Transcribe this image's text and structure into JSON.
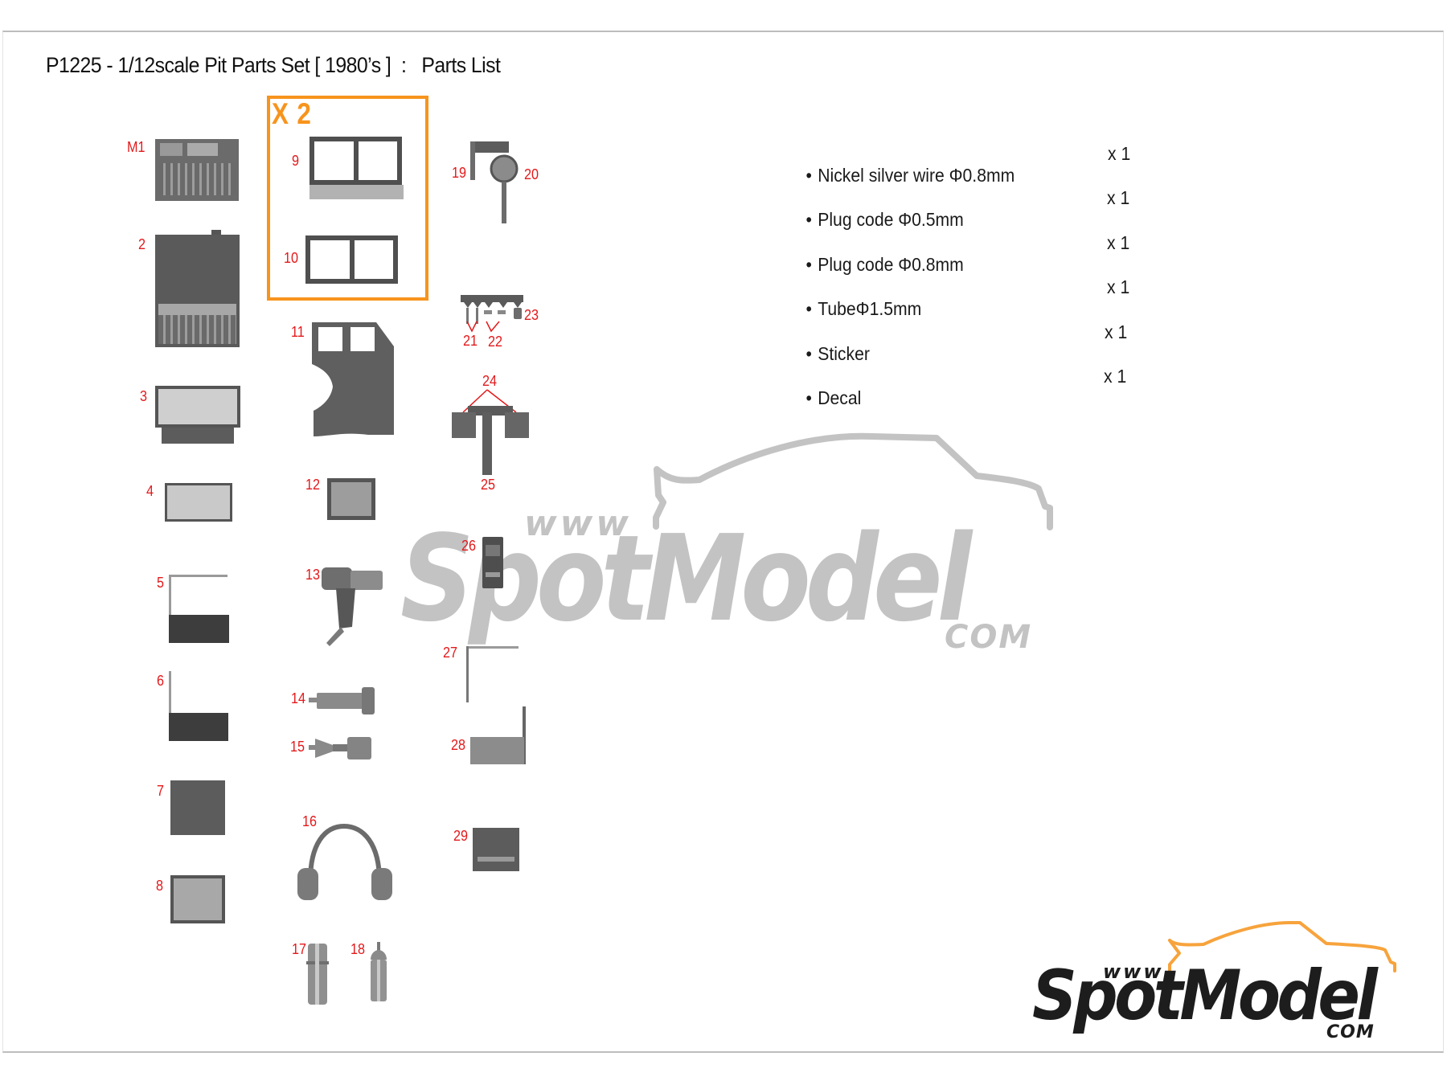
{
  "header": {
    "title": "P1225 - 1/12scale Pit Parts Set [ 1980’s ]  :   Parts List"
  },
  "group_box": {
    "multiplier": "X 2",
    "accent_color": "#F7941D"
  },
  "label_color": "#E3191B",
  "parts": [
    {
      "id": "M1",
      "label": "M1",
      "name": "laptop-keyboard"
    },
    {
      "id": "2",
      "label": "2",
      "name": "open-laptop"
    },
    {
      "id": "3",
      "label": "3",
      "name": "monitor-screen"
    },
    {
      "id": "4",
      "label": "4",
      "name": "plate"
    },
    {
      "id": "5",
      "label": "5",
      "name": "bracket-panel"
    },
    {
      "id": "6",
      "label": "6",
      "name": "bracket-panel-short"
    },
    {
      "id": "7",
      "label": "7",
      "name": "box-panel"
    },
    {
      "id": "8",
      "label": "8",
      "name": "square-tray"
    },
    {
      "id": "9",
      "label": "9",
      "name": "double-window-frame-with-base"
    },
    {
      "id": "10",
      "label": "10",
      "name": "double-window-frame"
    },
    {
      "id": "11",
      "label": "11",
      "name": "door-panel"
    },
    {
      "id": "12",
      "label": "12",
      "name": "square-cap"
    },
    {
      "id": "13",
      "label": "13",
      "name": "air-gun"
    },
    {
      "id": "14",
      "label": "14",
      "name": "socket-long"
    },
    {
      "id": "15",
      "label": "15",
      "name": "socket-adapter"
    },
    {
      "id": "16",
      "label": "16",
      "name": "headphones"
    },
    {
      "id": "17",
      "label": "17",
      "name": "cylinder"
    },
    {
      "id": "18",
      "label": "18",
      "name": "bottle"
    },
    {
      "id": "19",
      "label": "19",
      "name": "stick"
    },
    {
      "id": "20",
      "label": "20",
      "name": "round-sign"
    },
    {
      "id": "21",
      "label": "21",
      "name": "pin"
    },
    {
      "id": "22",
      "label": "22",
      "name": "clip"
    },
    {
      "id": "23",
      "label": "23",
      "name": "plug"
    },
    {
      "id": "24",
      "label": "24",
      "name": "side-plates"
    },
    {
      "id": "25",
      "label": "25",
      "name": "strip"
    },
    {
      "id": "26",
      "label": "26",
      "name": "control-unit"
    },
    {
      "id": "27",
      "label": "27",
      "name": "angle-rod"
    },
    {
      "id": "28",
      "label": "28",
      "name": "angle-tray"
    },
    {
      "id": "29",
      "label": "29",
      "name": "panel-box"
    }
  ],
  "accessories": [
    {
      "bullet": "•",
      "name": "Nickel silver wire Φ0.8mm",
      "qty": "x 1"
    },
    {
      "bullet": "•",
      "name": "Plug code Φ0.5mm",
      "qty": "x 1"
    },
    {
      "bullet": "•",
      "name": "Plug code Φ0.8mm",
      "qty": "x 1"
    },
    {
      "bullet": "•",
      "name": "TubeΦ1.5mm",
      "qty": "x 1"
    },
    {
      "bullet": "•",
      "name": "Sticker",
      "qty": "x 1"
    },
    {
      "bullet": "•",
      "name": "Decal",
      "qty": "x 1"
    }
  ],
  "watermark": {
    "www": "www",
    "brand": "SpotModel",
    "tld": "COM",
    "color": "#c3c3c3"
  },
  "logo": {
    "www": "www",
    "brand": "SpotModel",
    "tld": "COM",
    "text_color": "#1d1d1d",
    "outline_color": "#F7A33C"
  }
}
